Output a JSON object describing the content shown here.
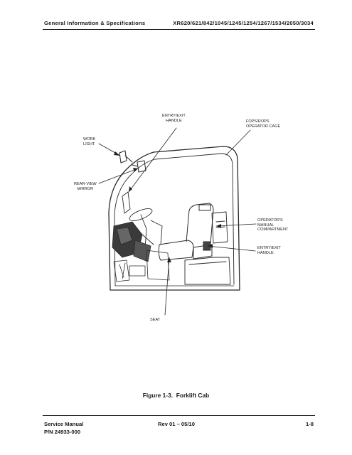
{
  "header": {
    "left": "General Information & Specifications",
    "right": "XR620/621/842/1045/1245/1254/1267/1534/2050/3034"
  },
  "figure": {
    "labels": {
      "entry_exit_handle_top": [
        "ENTRY/EXIT",
        "HANDLE"
      ],
      "fops_rops": [
        "FOPS/ROPS",
        "OPERATOR CAGE"
      ],
      "work_light": [
        "WORK",
        "LIGHT"
      ],
      "rear_view_mirror": [
        "REAR-VIEW",
        "MIRROR"
      ],
      "manual_compartment": [
        "OPERATOR'S",
        "MANUAL",
        "COMPARTMENT"
      ],
      "entry_exit_handle_right": [
        "ENTRY/EXIT",
        "HANDLE"
      ],
      "seat": [
        "SEAT"
      ]
    },
    "caption": "Figure 1-3.  Forklift Cab"
  },
  "footer": {
    "manual": "Service Manual",
    "part_number": "P/N 24933-000",
    "revision": "Rev 01 – 05/10",
    "page": "1-8"
  }
}
